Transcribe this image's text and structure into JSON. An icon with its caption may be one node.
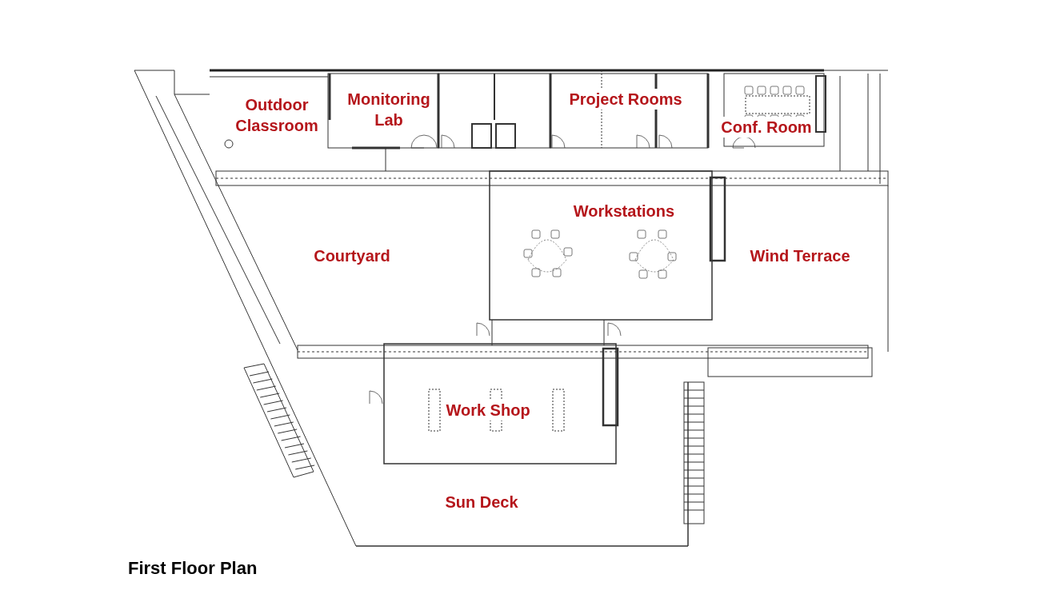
{
  "diagram": {
    "title": "First Floor Plan",
    "labels": [
      "Outdoor Classroom",
      "Monitoring Lab",
      "Project Rooms",
      "Conf. Room",
      "Workstations",
      "Courtyard",
      "Wind Terrace",
      "Work Shop",
      "Sun Deck"
    ]
  }
}
